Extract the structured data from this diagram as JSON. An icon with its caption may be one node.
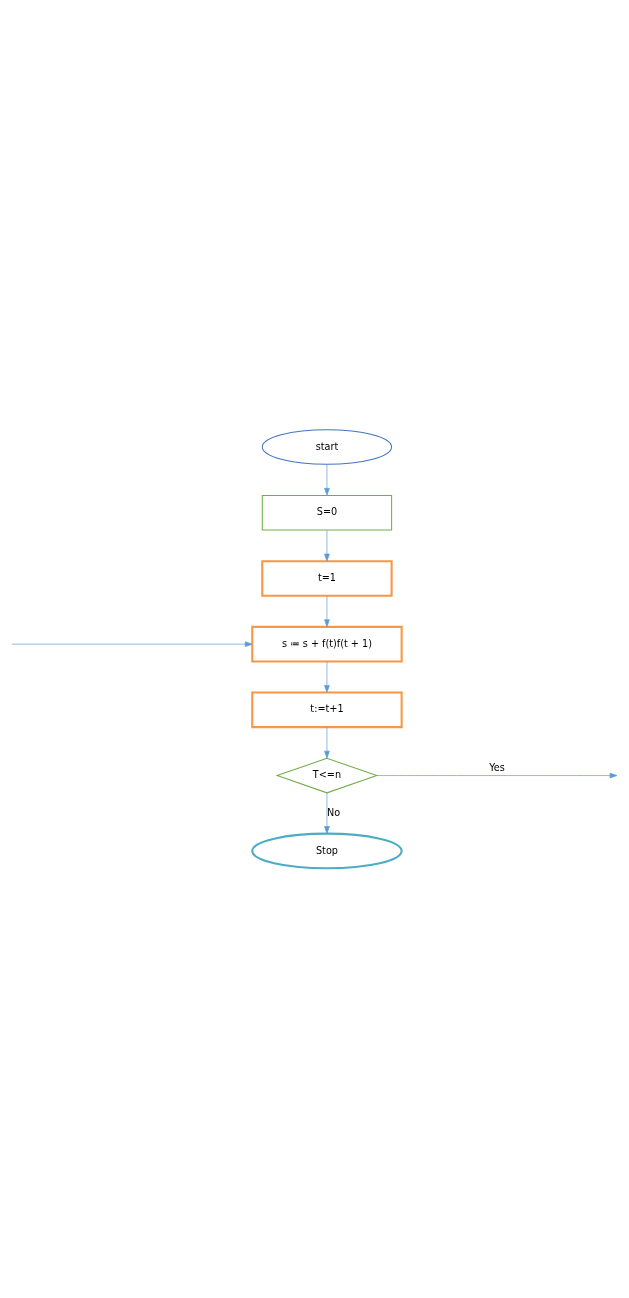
{
  "diagram": {
    "nodes": [
      {
        "text": [
          "start"
        ]
      },
      {
        "text": [
          "S=0"
        ]
      },
      {
        "text": [
          "t=1"
        ]
      },
      {
        "text": [
          "s ≔ s + f(t)f(t + 1)"
        ]
      },
      {
        "text": [
          "t:=t+1"
        ]
      },
      {
        "text": [
          "T<=n"
        ]
      },
      {
        "text": [
          "Stop"
        ]
      }
    ],
    "edges": [
      {
        "from": 0,
        "to": 1,
        "arrow": "to"
      },
      {
        "from": 1,
        "to": 2,
        "arrow": "to"
      },
      {
        "from": 2,
        "to": 3,
        "arrow": "to"
      },
      {
        "from": 3,
        "to": 4,
        "arrow": "to"
      },
      {
        "from": 4,
        "to": 5,
        "arrow": "to"
      },
      {
        "from": 5,
        "to": null,
        "arrow": "to",
        "label": "Yes"
      },
      {
        "from": 5,
        "to": 6,
        "arrow": "to",
        "label": "No"
      },
      {
        "from": null,
        "to": 3,
        "arrow": "to"
      }
    ]
  }
}
